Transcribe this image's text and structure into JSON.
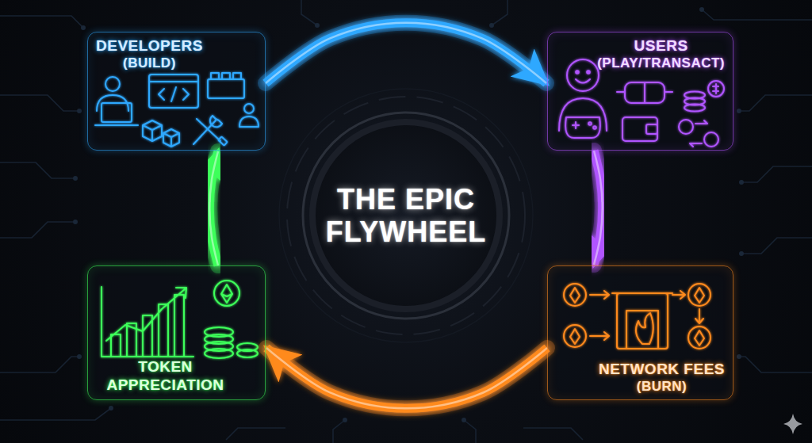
{
  "diagram": {
    "title": "THE EPIC FLYWHEEL",
    "nodes": [
      {
        "text": [
          "DEVELOPERS",
          "(BUILD)"
        ]
      },
      {
        "text": [
          "USERS",
          "(PLAY/TRANSACT)"
        ]
      },
      {
        "text": [
          "TOKEN APPRECIATION"
        ]
      },
      {
        "text": [
          "NETWORK FEES",
          "(BURN)"
        ]
      }
    ],
    "edges": [
      {
        "from": 0,
        "to": 1,
        "arrow": "to"
      },
      {
        "from": 1,
        "to": 3,
        "arrow": "to"
      },
      {
        "from": 3,
        "to": 2,
        "arrow": "to"
      },
      {
        "from": 2,
        "to": 0,
        "arrow": "to"
      }
    ]
  }
}
